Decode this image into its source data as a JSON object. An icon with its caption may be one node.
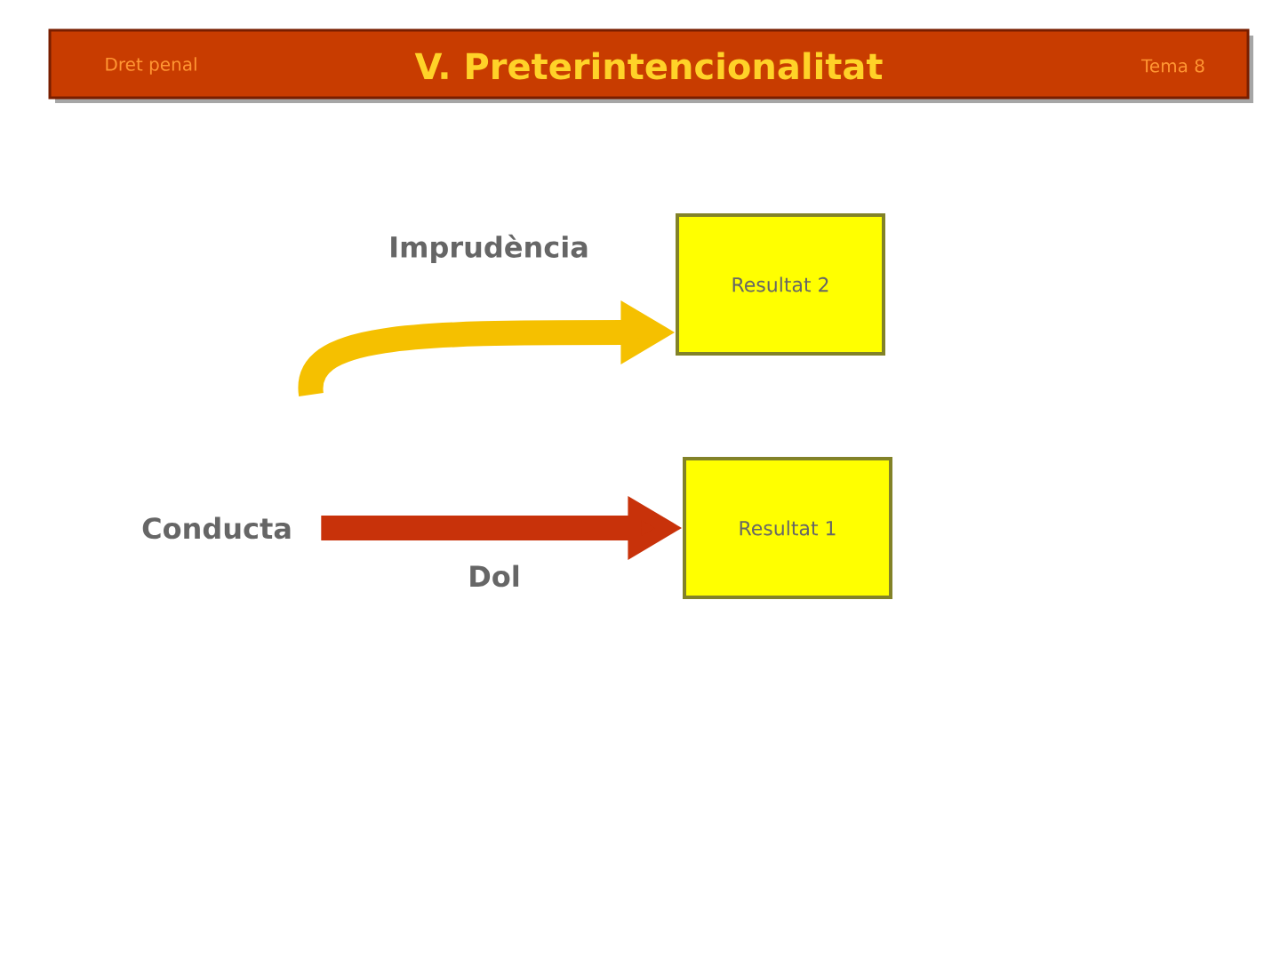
{
  "diagram": {
    "title": "V. Preterintencionalitat",
    "nodes": [
      {
        "text": [
          "Conducta"
        ]
      },
      {
        "text": [
          "Resultat 2"
        ]
      },
      {
        "text": [
          "Resultat 1"
        ]
      }
    ],
    "edges": [
      {
        "from": null,
        "to": 1,
        "arrow": "to",
        "label": "Imprudència",
        "color": "#f5c000"
      },
      {
        "from": 0,
        "to": 2,
        "arrow": "to",
        "label": "Dol",
        "color": "#c8320a"
      }
    ],
    "labels": [
      "Dret penal",
      "Tema 8"
    ]
  }
}
